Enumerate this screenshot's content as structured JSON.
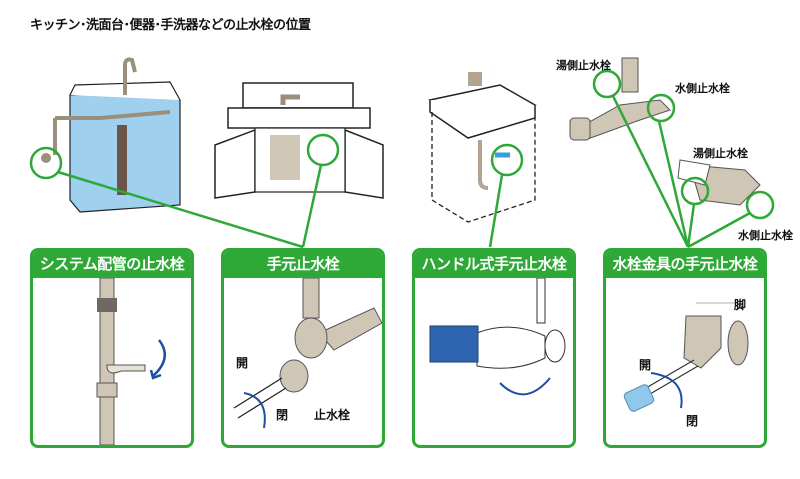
{
  "title": "キッチン･洗面台･便器･手洗器などの止水栓の位置",
  "colors": {
    "accent_green": "#2ea836",
    "water_blue": "#8fc8ea",
    "arrow_blue": "#1f4fa0",
    "fitting_beige": "#cfc6b6"
  },
  "illustrations": {
    "toilet_tank": "toilet-tank",
    "vanity_cabinet": "vanity-cabinet",
    "hand_basin": "hand-basin",
    "faucets": {
      "upper_hot_label": "湯側止水栓",
      "upper_cold_label": "水側止水栓",
      "lower_hot_label": "湯側止水栓",
      "lower_cold_label": "水側止水栓"
    }
  },
  "cards": [
    {
      "title": "システム配管の止水栓"
    },
    {
      "title": "手元止水栓",
      "open_label": "開",
      "close_label": "閉",
      "valve_label": "止水栓"
    },
    {
      "title": "ハンドル式手元止水栓"
    },
    {
      "title": "水栓金具の手元止水栓",
      "leg_label": "脚",
      "open_label": "開",
      "close_label": "閉"
    }
  ]
}
